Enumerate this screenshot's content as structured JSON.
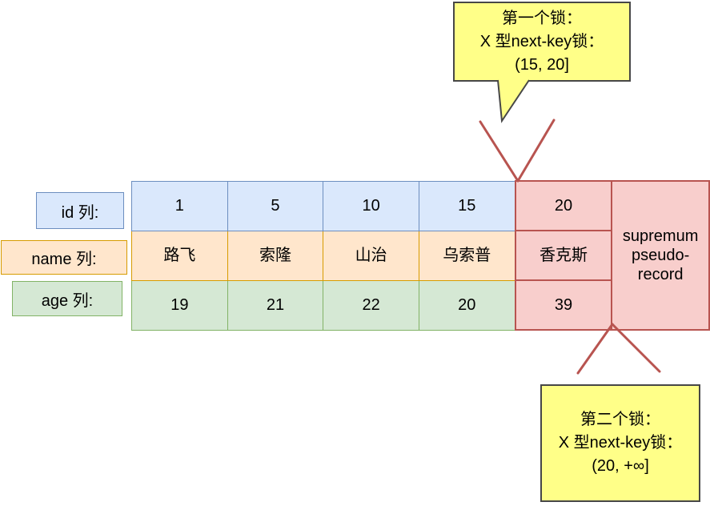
{
  "labels": {
    "id": "id 列:",
    "name": "name 列:",
    "age": "age 列:"
  },
  "table": {
    "rows": [
      {
        "label": "id",
        "cells": [
          "1",
          "5",
          "10",
          "15",
          "20"
        ]
      },
      {
        "label": "name",
        "cells": [
          "路飞",
          "索隆",
          "山治",
          "乌索普",
          "香克斯"
        ]
      },
      {
        "label": "age",
        "cells": [
          "19",
          "21",
          "22",
          "20",
          "39"
        ]
      }
    ],
    "supremum_lines": [
      "supremum",
      "pseudo-",
      "record"
    ]
  },
  "callouts": {
    "first": {
      "line1": "第一个锁：",
      "line2": "X 型next-key锁：",
      "line3": "(15, 20]"
    },
    "second": {
      "line1": "第二个锁：",
      "line2": "X 型next-key锁：",
      "line3": "(20, +∞]"
    }
  },
  "colors": {
    "blue_fill": "#dae8fc",
    "blue_stroke": "#6c8ebf",
    "orange_fill": "#ffe6cc",
    "orange_stroke": "#d79b00",
    "green_fill": "#d5e8d4",
    "green_stroke": "#82b366",
    "red_fill": "#f8cecc",
    "red_stroke": "#b85450",
    "yellow_fill": "#ffff88",
    "callout_stroke": "#474747",
    "lock_pointer": "#b85450"
  }
}
